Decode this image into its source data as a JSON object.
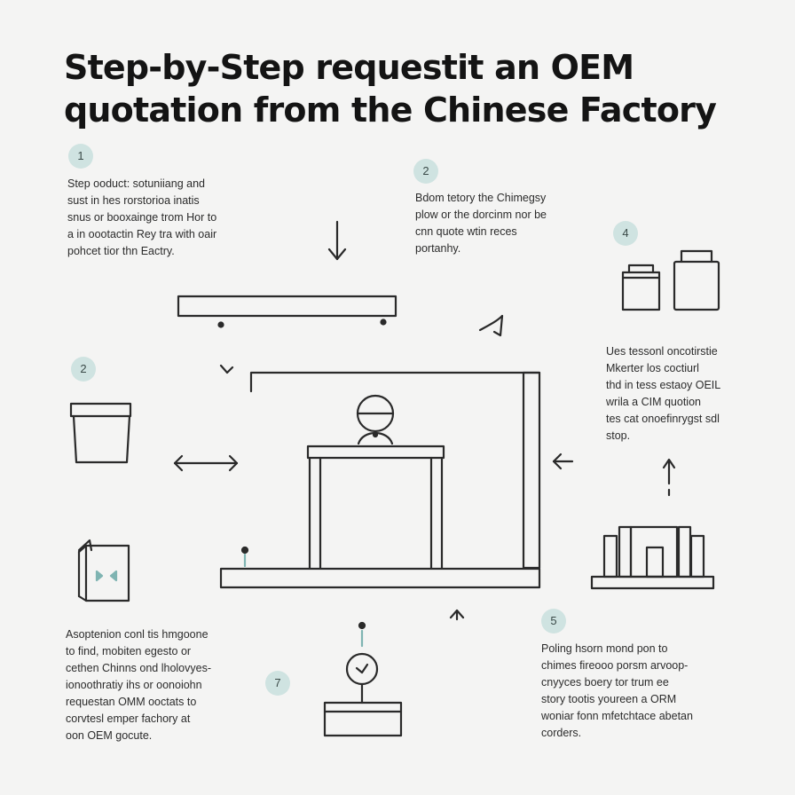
{
  "title": {
    "line1": "Step-by-Step requestit an OEM",
    "line2": "quotation from the Chinese Factory"
  },
  "steps": [
    {
      "badge": "1",
      "lines": [
        "Step ooduct: sotuniiang and",
        "sust in hes rorstorioa inatis",
        "snus or booxainge trom Hor to",
        "a in oootactin Rey tra with oair",
        "pohcet tior thn Eactry."
      ]
    },
    {
      "badge": "2",
      "lines": [
        "Bdom tetory the Chimegsy",
        "plow or the dorcinm nor be",
        "cnn quote wtin reces",
        "portanhy."
      ]
    },
    {
      "badge": "4",
      "lines": [
        "Ues tessonl oncotirstie",
        "Mkerter los coctiurl",
        "thd in tess estaoy OEIL",
        "wrila a CIM quotion",
        "tes cat onoefinrygst sdl",
        "stop."
      ]
    },
    {
      "badge": "2",
      "lines": []
    },
    {
      "badge": "",
      "lines": [
        "Asoptenion conl tis hmgoone",
        "to find, mobiten egesto or",
        "cethen Chinns ond lholovyes-",
        "ionoothratiy ihs or oonoiohn",
        "requestan OMM ooctats to",
        "corvtesl emper fachory at",
        "oon OEM gocute."
      ]
    },
    {
      "badge": "5",
      "lines": [
        "Poling hsorn mond pon to",
        "chimes fireooo porsm arvoop-",
        "cnyyces boery tor trum ee",
        "story tootis youreen a ORM",
        "woniar fonn mfetchtace abetan",
        "corders."
      ]
    },
    {
      "badge": "7",
      "lines": []
    }
  ],
  "colors": {
    "background": "#f4f4f3",
    "line": "#2a2a2a",
    "badge": "#cfe3e1",
    "accent": "#7fb4b2"
  }
}
